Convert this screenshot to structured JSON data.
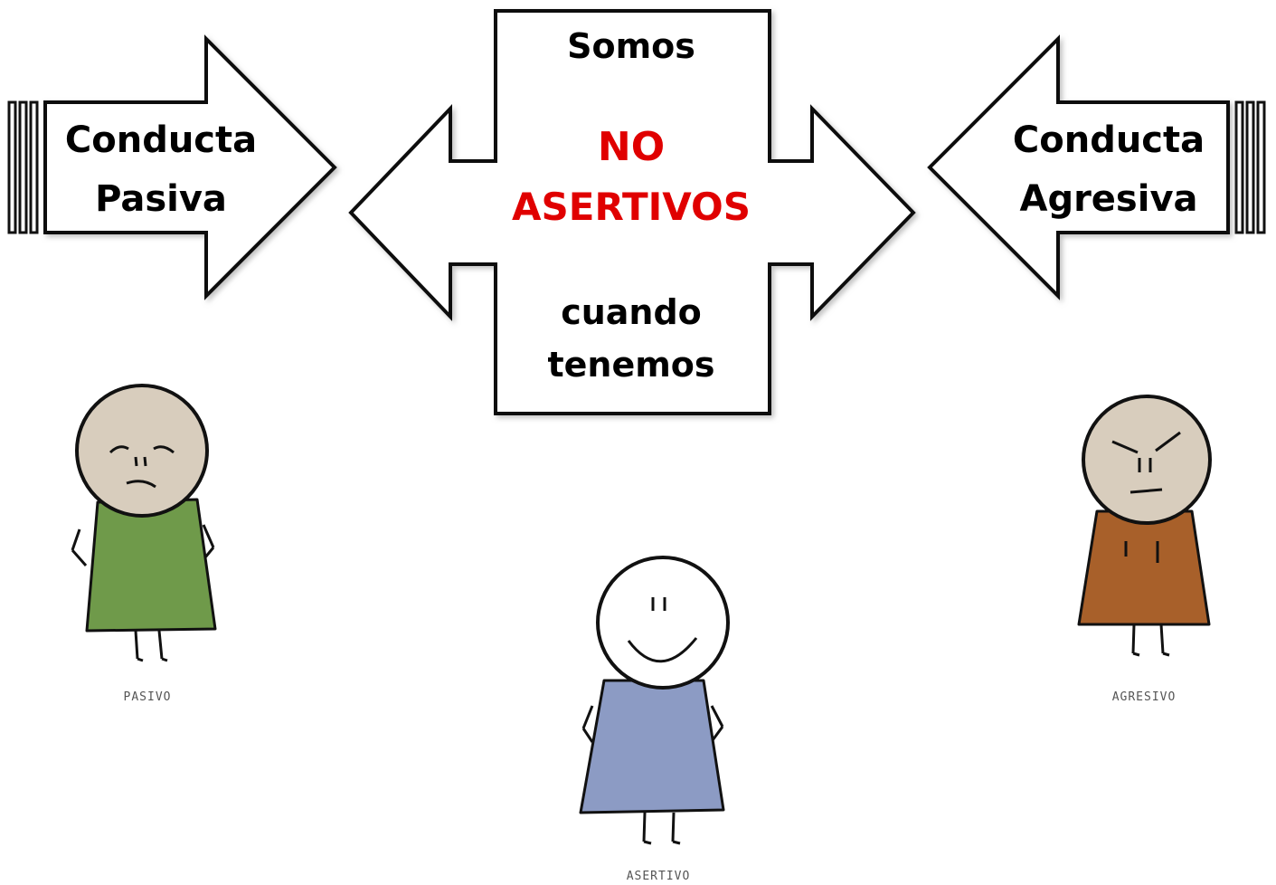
{
  "left_arrow": {
    "line1": "Conducta",
    "line2": "Pasiva"
  },
  "right_arrow": {
    "line1": "Conducta",
    "line2": "Agresiva"
  },
  "center_box": {
    "top": "Somos",
    "emphasis_line1": "NO",
    "emphasis_line2": "ASERTIVOS",
    "bottom_line1": "cuando",
    "bottom_line2": "tenemos"
  },
  "figures": {
    "passive": {
      "caption": "PASIVO",
      "dress_color": "#6f9a4a"
    },
    "assertive": {
      "caption": "ASERTIVO",
      "dress_color": "#8c9bc4"
    },
    "aggressive": {
      "caption": "AGRESIVO",
      "dress_color": "#a8602a"
    }
  },
  "colors": {
    "emphasis": "#e00000",
    "face": "#d8cdbd",
    "outline": "#111111"
  }
}
